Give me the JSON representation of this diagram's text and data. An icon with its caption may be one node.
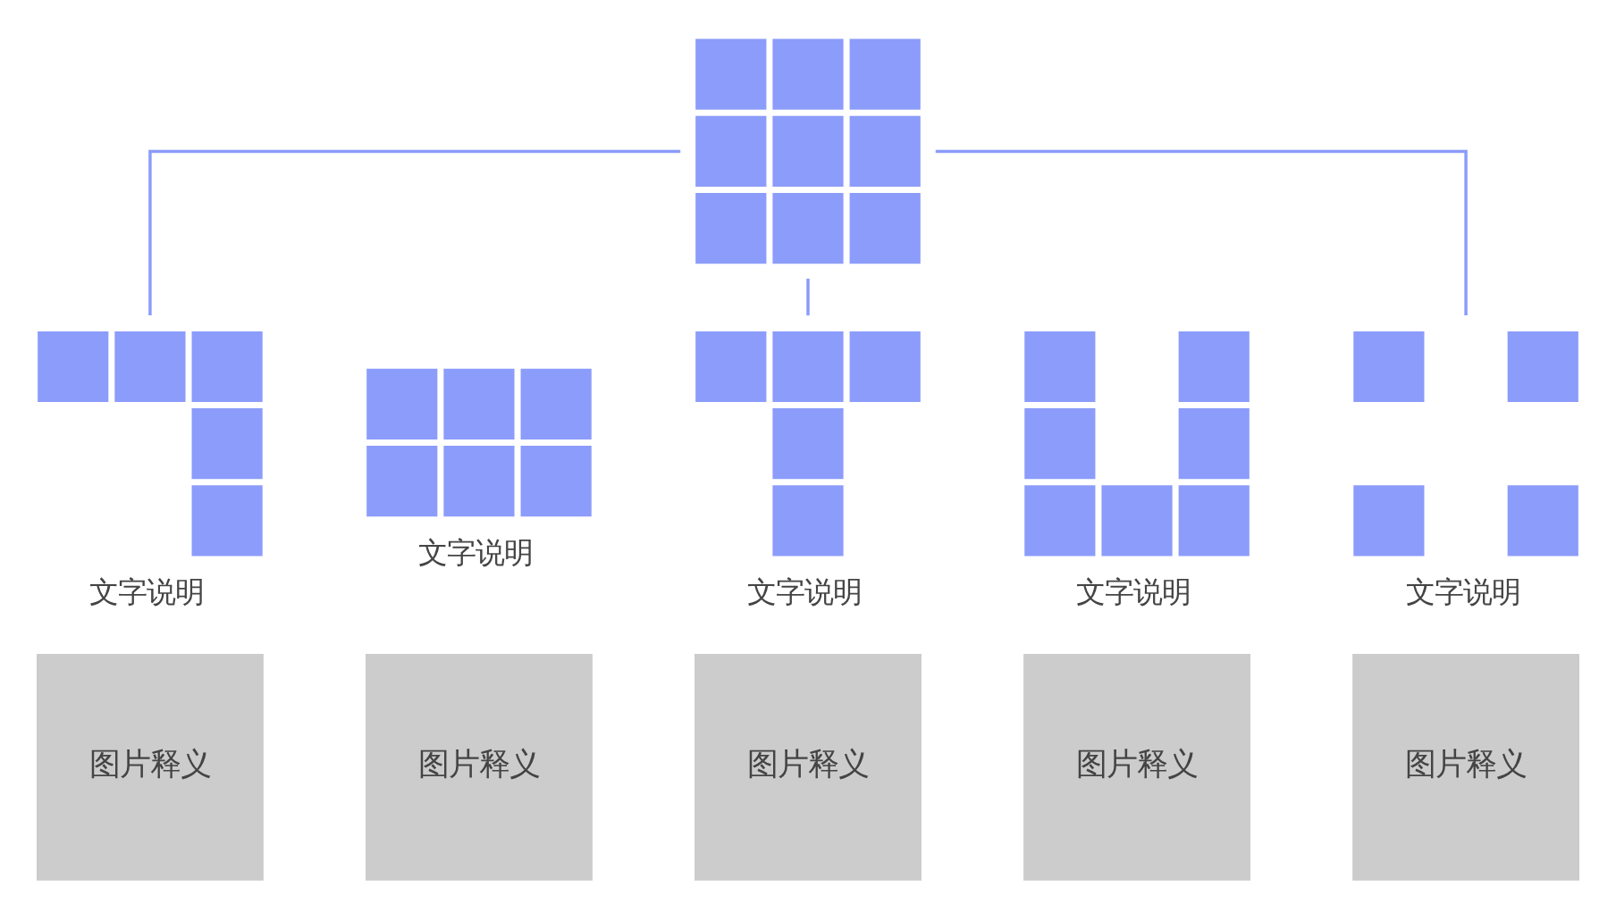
{
  "diagram": {
    "nodes": [
      {
        "text": [],
        "shape": "picture"
      },
      {
        "text": [],
        "shape": "picture",
        "beside": [
          "文字说明"
        ]
      },
      {
        "text": [],
        "shape": "picture",
        "beside": [
          "文字说明"
        ]
      },
      {
        "text": [],
        "shape": "picture",
        "beside": [
          "文字说明"
        ]
      },
      {
        "text": [],
        "shape": "picture",
        "beside": [
          "文字说明"
        ]
      },
      {
        "text": [],
        "shape": "picture",
        "beside": [
          "文字说明"
        ]
      },
      {
        "text": [
          "图片释义"
        ]
      },
      {
        "text": [
          "图片释义"
        ]
      },
      {
        "text": [
          "图片释义"
        ]
      },
      {
        "text": [
          "图片释义"
        ]
      },
      {
        "text": [
          "图片释义"
        ]
      }
    ],
    "edges": [
      {
        "from": 0,
        "to": 1,
        "arrow": "none"
      },
      {
        "from": 0,
        "to": 3,
        "arrow": "none"
      },
      {
        "from": 0,
        "to": 5,
        "arrow": "none"
      }
    ]
  }
}
